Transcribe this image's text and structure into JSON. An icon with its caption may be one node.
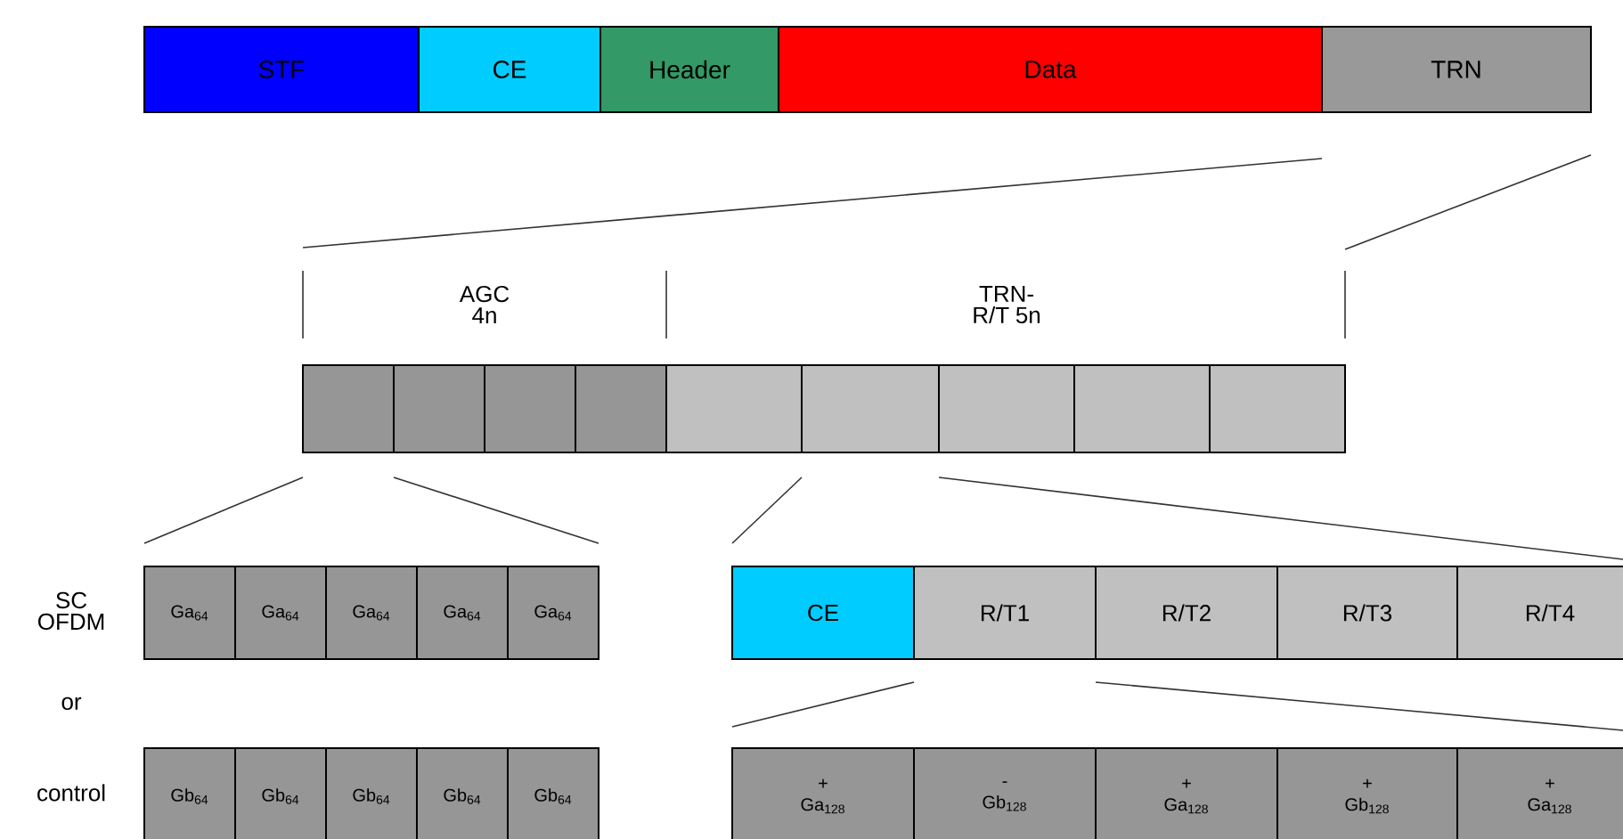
{
  "diagram": {
    "nodes": [
      {
        "text": [
          "STF"
        ]
      },
      {
        "text": [
          "CE"
        ]
      },
      {
        "text": [
          "Header"
        ]
      },
      {
        "text": [
          "Data"
        ]
      },
      {
        "text": [
          "TRN"
        ]
      },
      {
        "text": [],
        "shape": "box"
      },
      {
        "text": [],
        "shape": "box"
      },
      {
        "text": [],
        "shape": "box"
      },
      {
        "text": [],
        "shape": "box"
      },
      {
        "text": [],
        "shape": "box"
      },
      {
        "text": [],
        "shape": "box"
      },
      {
        "text": [],
        "shape": "box"
      },
      {
        "text": [],
        "shape": "box"
      },
      {
        "text": [],
        "shape": "box"
      },
      {
        "text": [
          "Ga$_{64}$"
        ]
      },
      {
        "text": [
          "Ga$_{64}$"
        ]
      },
      {
        "text": [
          "Ga$_{64}$"
        ]
      },
      {
        "text": [
          "Ga$_{64}$"
        ]
      },
      {
        "text": [
          "Ga$_{64}$"
        ]
      },
      {
        "text": [
          "CE"
        ]
      },
      {
        "text": [
          "R/T1"
        ]
      },
      {
        "text": [
          "R/T2"
        ]
      },
      {
        "text": [
          "R/T3"
        ]
      },
      {
        "text": [
          "R/T4"
        ]
      },
      {
        "text": [
          "Gb$_{64}$"
        ]
      },
      {
        "text": [
          "Gb$_{64}$"
        ]
      },
      {
        "text": [
          "Gb$_{64}$"
        ]
      },
      {
        "text": [
          "Gb$_{64}$"
        ]
      },
      {
        "text": [
          "Gb$_{64}$"
        ]
      },
      {
        "text": [
          "+ Ga$_{128}$"
        ]
      },
      {
        "text": [
          "- Gb$_{128}$"
        ]
      },
      {
        "text": [
          "+ Ga$_{128}$"
        ]
      },
      {
        "text": [
          "+ Gb$_{128}$"
        ]
      },
      {
        "text": [
          "+ Ga$_{128}$"
        ]
      }
    ],
    "labels": [
      "AGC 4n",
      "TRN-R/T 5n",
      "SC OFDM",
      "or",
      "control"
    ]
  }
}
